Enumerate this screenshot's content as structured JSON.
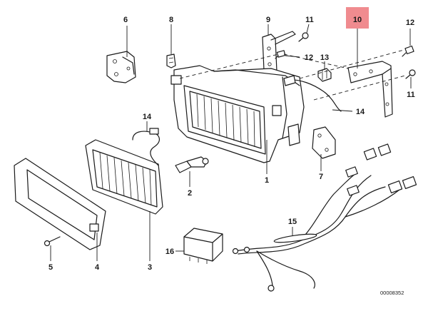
{
  "diagram": {
    "callouts": [
      {
        "id": "p1",
        "label": "1"
      },
      {
        "id": "p2",
        "label": "2"
      },
      {
        "id": "p3",
        "label": "3"
      },
      {
        "id": "p4",
        "label": "4"
      },
      {
        "id": "p5",
        "label": "5"
      },
      {
        "id": "p6",
        "label": "6"
      },
      {
        "id": "p7",
        "label": "7"
      },
      {
        "id": "p8",
        "label": "8"
      },
      {
        "id": "p9",
        "label": "9"
      },
      {
        "id": "p10",
        "label": "10",
        "highlighted": true
      },
      {
        "id": "p11a",
        "label": "11"
      },
      {
        "id": "p11b",
        "label": "11"
      },
      {
        "id": "p12a",
        "label": "12"
      },
      {
        "id": "p12b",
        "label": "12"
      },
      {
        "id": "p13",
        "label": "13"
      },
      {
        "id": "p14a",
        "label": "14"
      },
      {
        "id": "p14b",
        "label": "14"
      },
      {
        "id": "p15",
        "label": "15"
      },
      {
        "id": "p16",
        "label": "16"
      }
    ],
    "drawing_code": "00008352",
    "highlight_color": "#f08b8f"
  }
}
